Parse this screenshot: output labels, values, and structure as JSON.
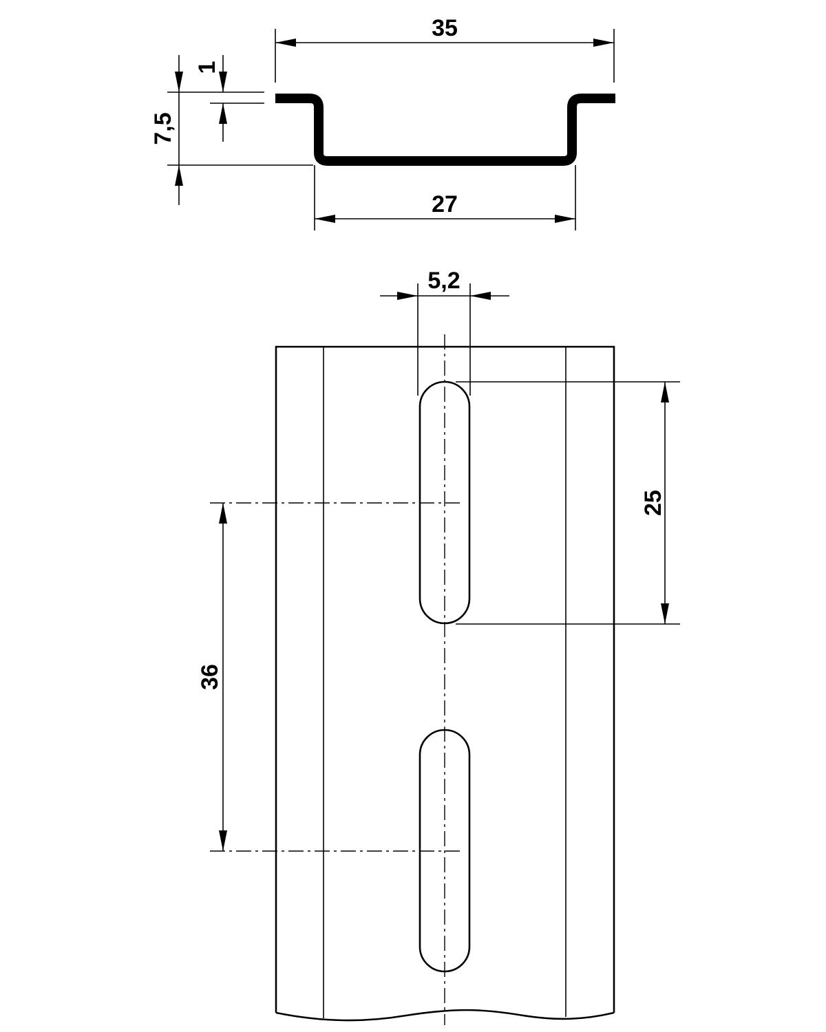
{
  "drawing": {
    "colors": {
      "line": "#000000",
      "background": "#ffffff"
    },
    "profile_view": {
      "dim_overall_width": "35",
      "dim_inner_width": "27",
      "dim_height": "7,5",
      "dim_thickness": "1"
    },
    "top_view": {
      "dim_slot_width": "5,2",
      "dim_slot_length": "25",
      "dim_slot_pitch": "36"
    }
  }
}
